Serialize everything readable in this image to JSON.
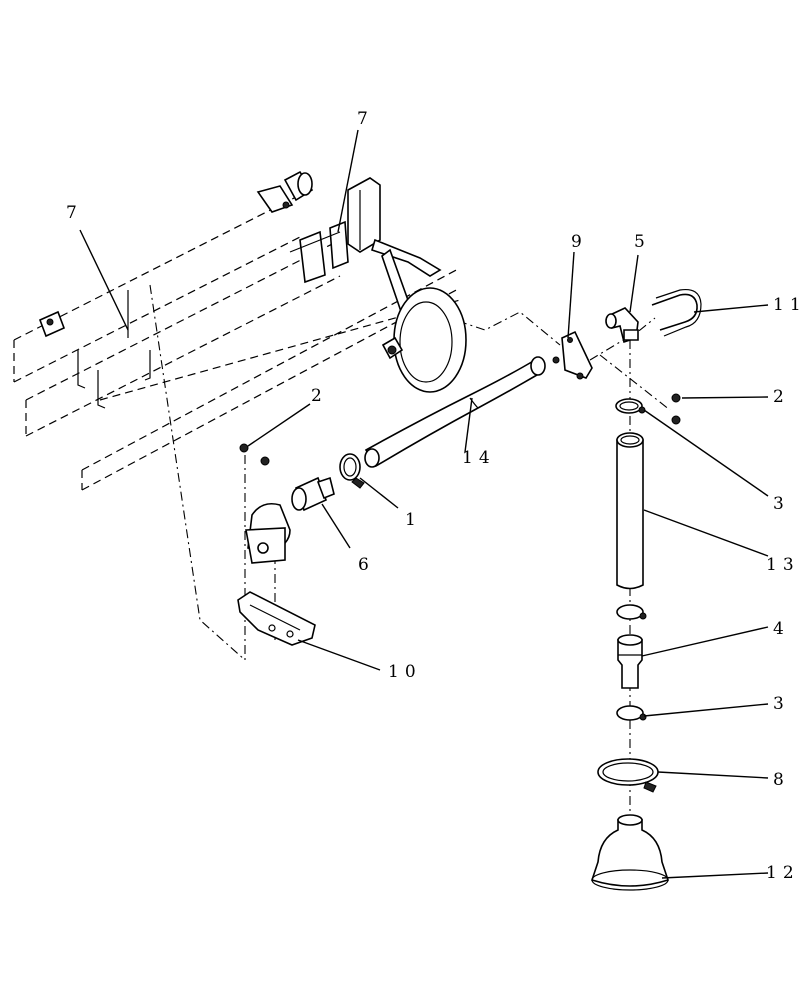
{
  "callouts": {
    "c7a": "7",
    "c7b": "7",
    "c9": "9",
    "c5": "5",
    "c11": "11",
    "c2a": "2",
    "c2b": "2",
    "c14": "14",
    "c1": "1",
    "c3a": "3",
    "c6": "6",
    "c13": "13",
    "c4": "4",
    "c10": "10",
    "c3b": "3",
    "c8": "8",
    "c12": "12"
  }
}
